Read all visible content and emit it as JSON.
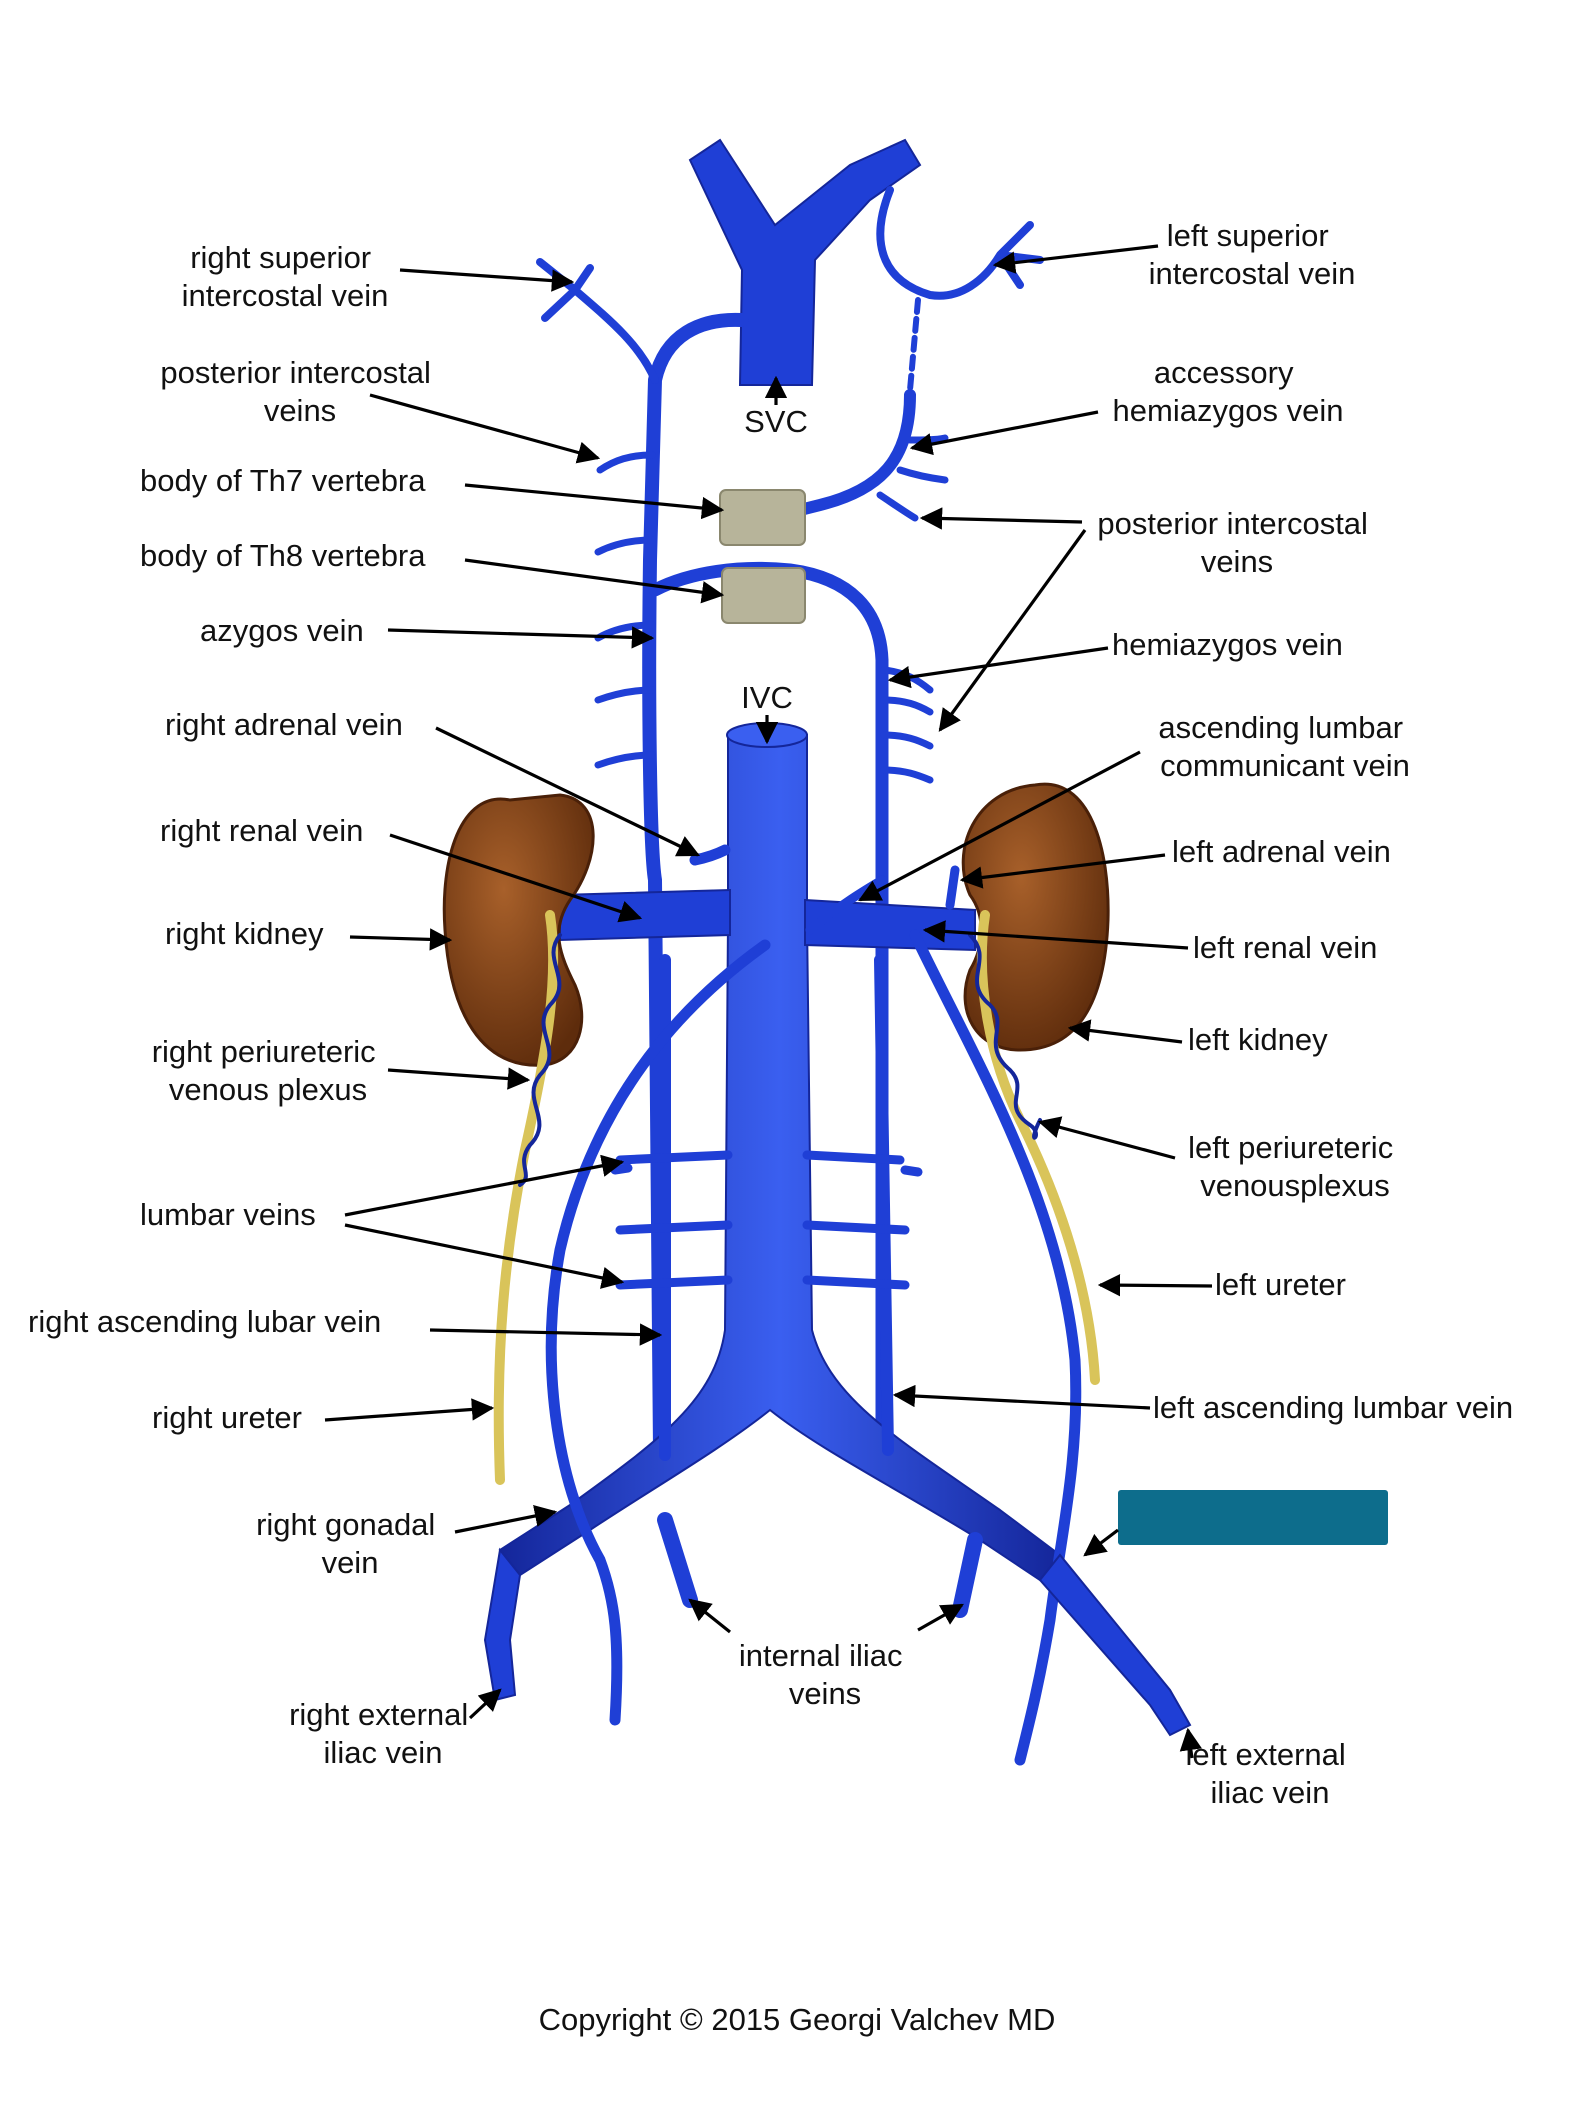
{
  "colors": {
    "vein": "#1f3fd6",
    "vein_dark": "#14269a",
    "vein_light": "#4a6ef0",
    "kidney": "#7a3d16",
    "kidney_light": "#a8602a",
    "ureter": "#d9c45a",
    "vertebra": "#b7b49a",
    "hidden_box": "#0d6d8c"
  },
  "labels": {
    "svc": "SVC",
    "ivc": "IVC",
    "right_superior_intercostal": [
      "right superior",
      "intercostal vein"
    ],
    "posterior_intercostal_right": [
      "posterior intercostal",
      "veins"
    ],
    "th7": "body of Th7 vertebra",
    "th8": "body of Th8 vertebra",
    "azygos": "azygos vein",
    "right_adrenal": "right adrenal vein",
    "right_renal": "right renal vein",
    "right_kidney": "right kidney",
    "right_periureteric": [
      "right periureteric",
      "venous plexus"
    ],
    "lumbar_veins": "lumbar veins",
    "right_ascending_lumbar": "right ascending lubar vein",
    "right_ureter": "right ureter",
    "right_gonadal": [
      "right gonadal",
      "vein"
    ],
    "right_external_iliac": [
      "right external",
      "iliac vein"
    ],
    "internal_iliac": [
      "internal iliac",
      "veins"
    ],
    "left_superior_intercostal": [
      "left superior",
      "intercostal vein"
    ],
    "accessory_hemiazygos": [
      "accessory",
      "hemiazygos vein"
    ],
    "posterior_intercostal_left": [
      "posterior intercostal",
      "veins"
    ],
    "hemiazygos": "hemiazygos vein",
    "ascending_lumbar_communicant": [
      "ascending lumbar",
      "communicant vein"
    ],
    "left_adrenal": "left adrenal vein",
    "left_renal": "left renal vein",
    "left_kidney": "left kidney",
    "left_periureteric": [
      "left periureteric",
      "venousplexus"
    ],
    "left_ureter": "left ureter",
    "left_ascending_lumbar": "left ascending lumbar vein",
    "left_external_iliac": [
      "left external",
      "iliac vein"
    ]
  },
  "copyright": "Copyright © 2015 Georgi Valchev MD"
}
